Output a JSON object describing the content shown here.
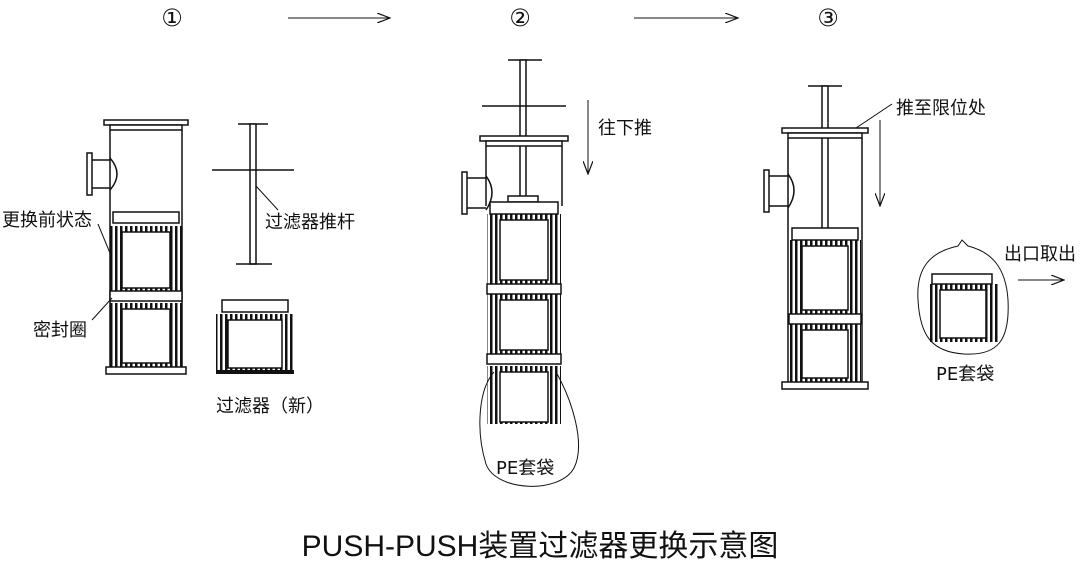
{
  "steps": [
    "①",
    "②",
    "③"
  ],
  "labels": {
    "before_state": "更换前状态",
    "seal_ring": "密封圈",
    "push_rod": "过滤器推杆",
    "new_filter": "过滤器（新）",
    "push_down": "往下推",
    "pe_bag": "PE套袋",
    "push_to_limit": "推至限位处",
    "outlet_remove": "出口取出",
    "pe_bag_2": "PE套袋"
  },
  "title": "PUSH-PUSH装置过滤器更换示意图"
}
